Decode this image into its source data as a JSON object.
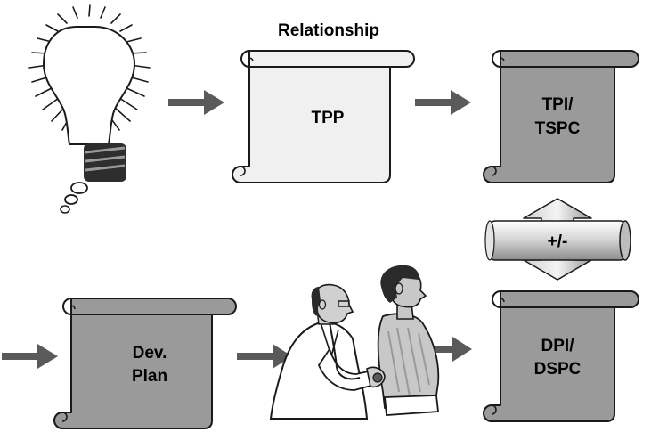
{
  "colors": {
    "light_scroll": "#f0f0f0",
    "dark_scroll": "#9a9a9a",
    "arrow": "#5a5a5a",
    "outline": "#1a1a1a"
  },
  "labels": {
    "relationship": "Relationship",
    "exchange": "+/-"
  },
  "scrolls": {
    "tpp": {
      "line1": "TPP",
      "line2": ""
    },
    "tpi": {
      "line1": "TPI/",
      "line2": "TSPC"
    },
    "dev": {
      "line1": "Dev.",
      "line2": "Plan"
    },
    "dpi": {
      "line1": "DPI/",
      "line2": "DSPC"
    }
  },
  "icons": {
    "idea": "lightbulb-icon",
    "exam": "doctor-examining-patient-icon"
  }
}
